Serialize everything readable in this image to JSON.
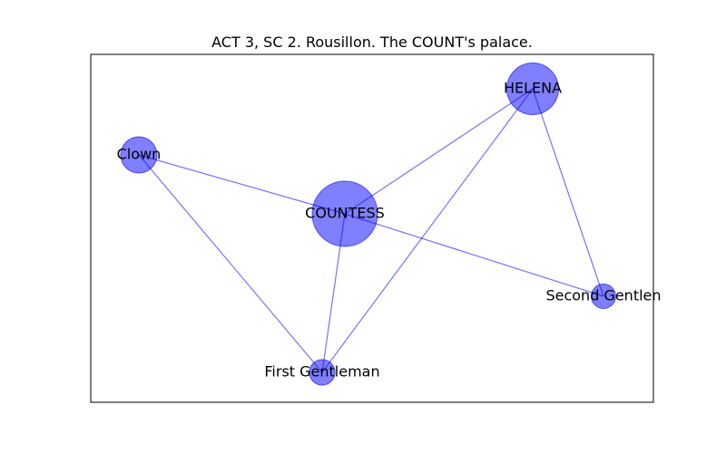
{
  "title": "ACT 3, SC 2. Rousillon. The COUNT's palace.",
  "colors": {
    "node_fill": "#0000ff",
    "node_opacity": 0.5,
    "edge_stroke": "#0000ff",
    "edge_opacity": 0.55,
    "frame": "#000000"
  },
  "nodes": [
    {
      "id": "helena",
      "label": "HELENA",
      "weight": 0.55
    },
    {
      "id": "clown",
      "label": "Clown",
      "weight": 0.2
    },
    {
      "id": "countess",
      "label": "COUNTESS",
      "weight": 1.0
    },
    {
      "id": "second-gentleman",
      "label": "Second Gentlen",
      "weight": 0.05
    },
    {
      "id": "first-gentleman",
      "label": "First Gentleman",
      "weight": 0.06
    }
  ],
  "edges": [
    [
      "helena",
      "countess"
    ],
    [
      "helena",
      "first-gentleman"
    ],
    [
      "helena",
      "second-gentleman"
    ],
    [
      "clown",
      "countess"
    ],
    [
      "clown",
      "first-gentleman"
    ],
    [
      "countess",
      "second-gentleman"
    ],
    [
      "countess",
      "first-gentleman"
    ]
  ]
}
